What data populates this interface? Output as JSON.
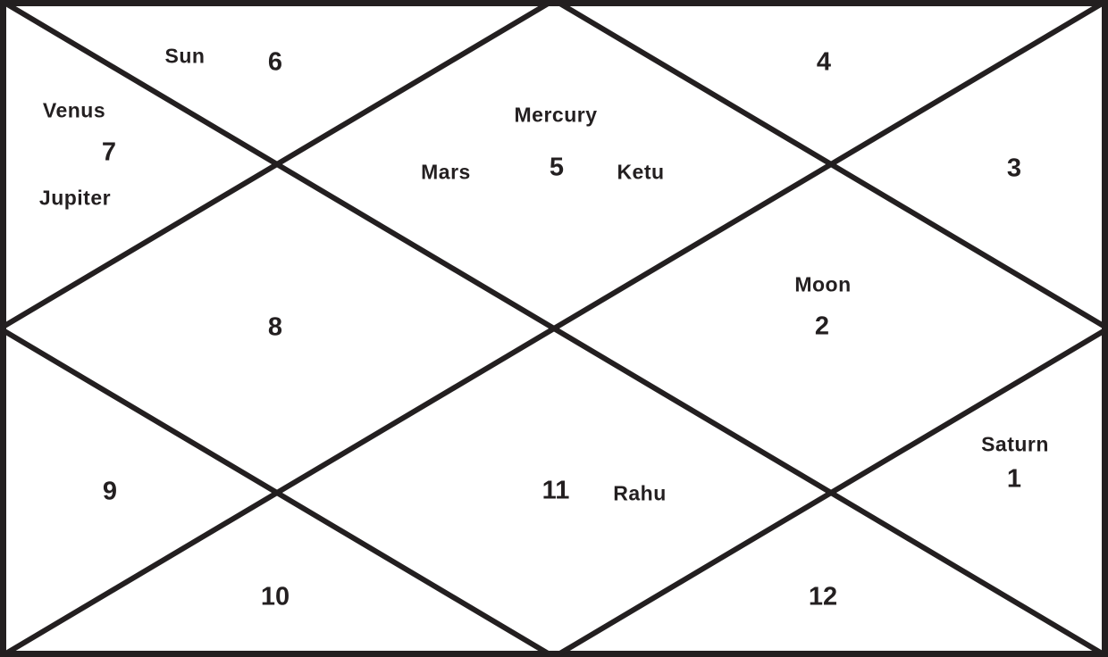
{
  "chart": {
    "style": "north-indian-kundali",
    "houses": [
      {
        "number": "1",
        "planets": [
          "Saturn"
        ]
      },
      {
        "number": "2",
        "planets": [
          "Moon"
        ]
      },
      {
        "number": "3",
        "planets": []
      },
      {
        "number": "4",
        "planets": []
      },
      {
        "number": "5",
        "planets": [
          "Mercury",
          "Mars",
          "Ketu"
        ]
      },
      {
        "number": "6",
        "planets": [
          "Sun"
        ]
      },
      {
        "number": "7",
        "planets": [
          "Venus",
          "Jupiter"
        ]
      },
      {
        "number": "8",
        "planets": []
      },
      {
        "number": "9",
        "planets": []
      },
      {
        "number": "10",
        "planets": []
      },
      {
        "number": "11",
        "planets": [
          "Rahu"
        ]
      },
      {
        "number": "12",
        "planets": []
      }
    ],
    "colors": {
      "line": "#231f20",
      "text": "#231f20",
      "background": "#ffffff"
    }
  }
}
